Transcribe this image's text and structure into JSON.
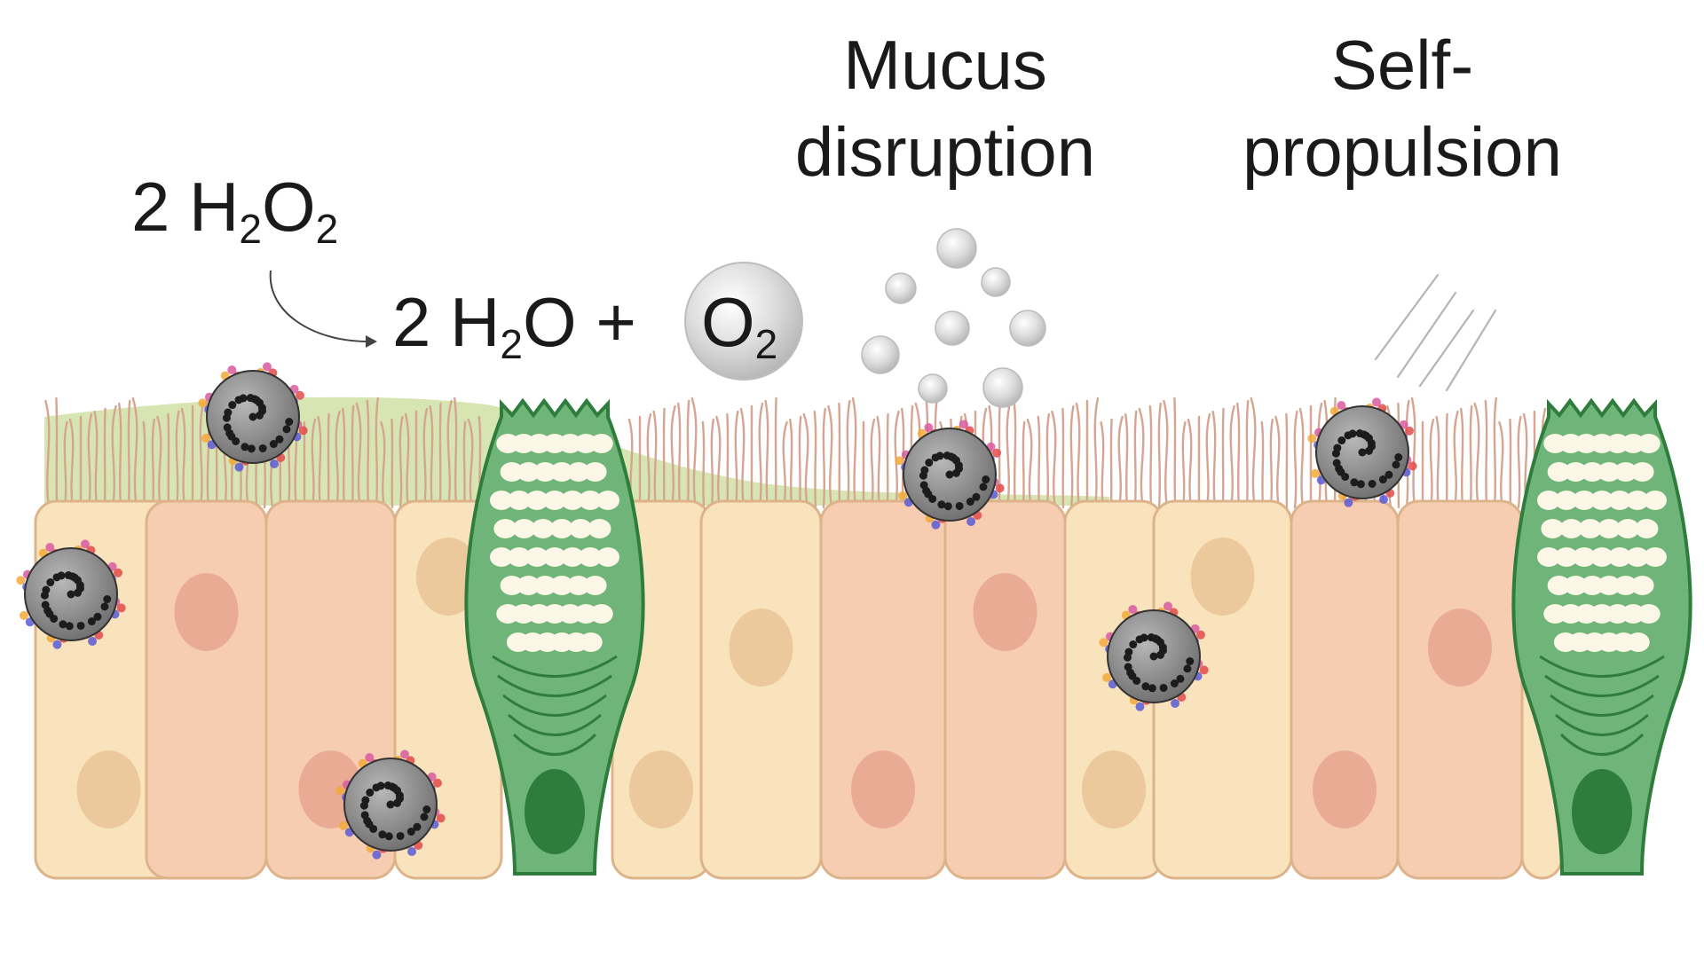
{
  "labels": {
    "mucus_disruption_line1": "Mucus",
    "mucus_disruption_line2": "disruption",
    "self_propulsion_line1": "Self-",
    "self_propulsion_line2": "propulsion"
  },
  "reaction": {
    "reactant_coeff": "2 H",
    "reactant_sub1": "2",
    "reactant_mid": "O",
    "reactant_sub2": "2",
    "product_water_coeff": "2 H",
    "product_water_sub": "2",
    "product_water_tail": "O +",
    "product_oxygen": "O",
    "product_oxygen_sub": "2"
  },
  "colors": {
    "goblet_cell": "#6fb57a",
    "goblet_outline": "#2f7d3d",
    "ciliated_cell_peach": "#f7cdb2",
    "ciliated_cell_cream": "#f9e3bd",
    "cell_outline": "#dcb38a",
    "mucus": "#c8dc9c",
    "cilia": "#d7a792",
    "nanomotor": "#8c8c8c",
    "bubble": "#cfcfcf"
  }
}
